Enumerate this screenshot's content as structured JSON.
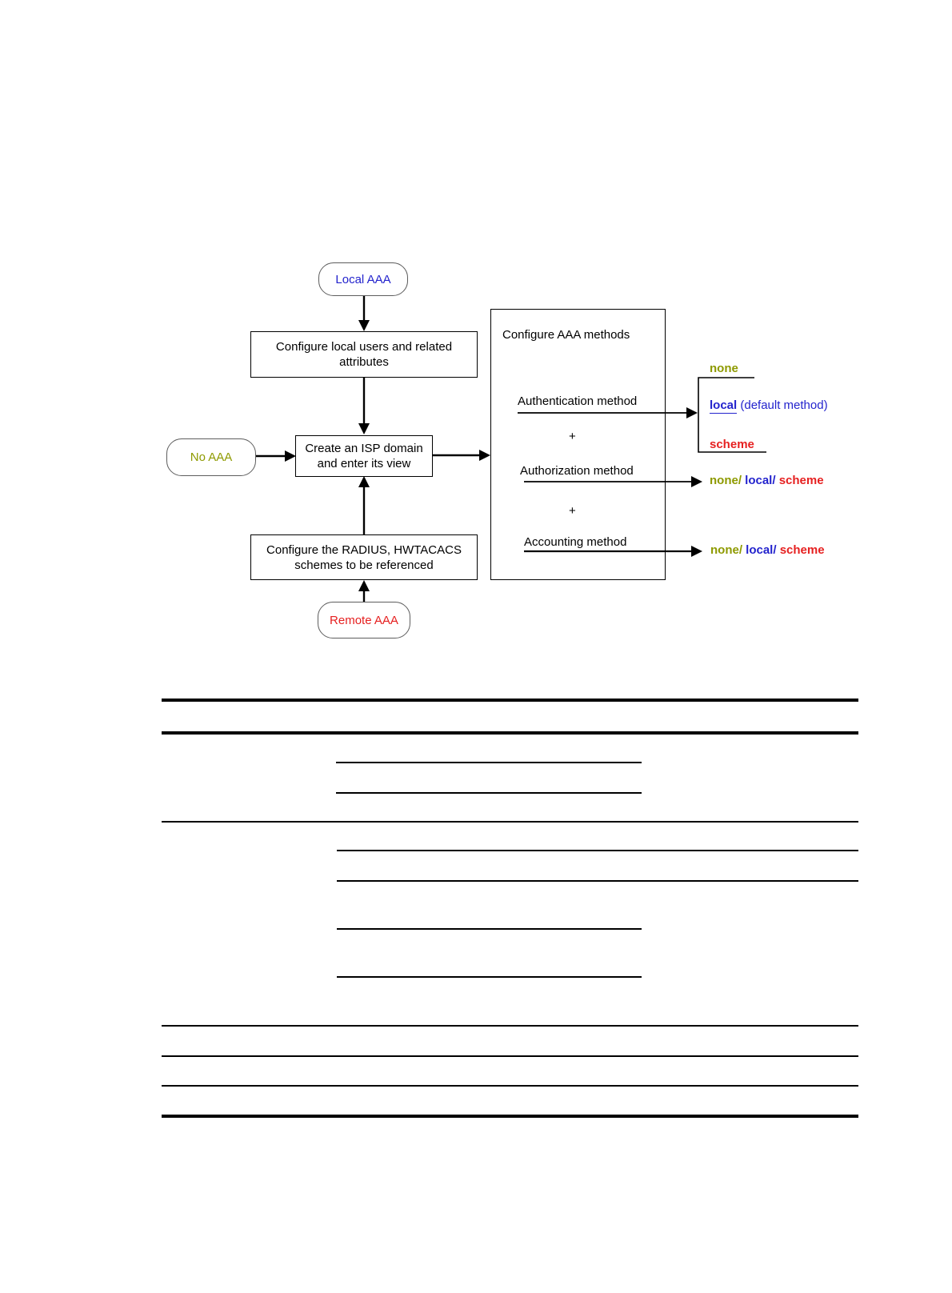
{
  "colors": {
    "blue": "#2323cd",
    "olive": "#8e9a00",
    "red": "#e62020",
    "line_black": "#000000"
  },
  "flowchart": {
    "nodes": {
      "local_aaa": "Local AAA",
      "no_aaa": "No AAA",
      "remote_aaa": "Remote AAA",
      "configure_local_users": "Configure local users and related attributes",
      "create_isp_domain": "Create an ISP domain and enter its view",
      "configure_schemes": "Configure the RADIUS, HWTACACS schemes to be referenced"
    },
    "methods_box": {
      "title": "Configure AAA methods",
      "authentication_label": "Authentication method",
      "authorization_label": "Authorization method",
      "accounting_label": "Accounting method",
      "plus": "+"
    },
    "options": {
      "none": "none",
      "local": "local",
      "local_default_suffix": " (default method)",
      "scheme": "scheme",
      "combo_none": "none/",
      "combo_local": " local/",
      "combo_scheme": " scheme"
    }
  }
}
